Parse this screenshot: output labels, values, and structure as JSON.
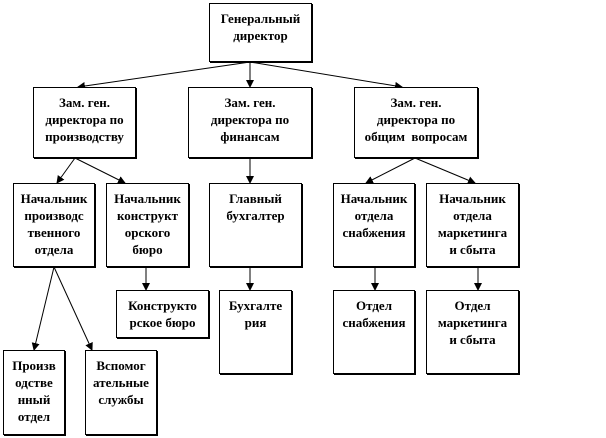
{
  "nodes": {
    "ceo": [
      "Генеральный",
      "директор"
    ],
    "dep_production": [
      "Зам. ген.",
      "директора по",
      "производству"
    ],
    "dep_finance": [
      "Зам. ген.",
      "директора по",
      "финансам"
    ],
    "dep_general": [
      "Зам. ген.",
      "директора по",
      "общим  вопросам"
    ],
    "head_production": [
      "Начальник",
      "производс",
      "твенного",
      "отдела"
    ],
    "head_design": [
      "Начальник",
      "конструкт",
      "орского",
      "бюро"
    ],
    "chief_accountant": [
      "Главный",
      "бухгалтер"
    ],
    "head_supply": [
      "Начальник",
      "отдела",
      "снабжения"
    ],
    "head_marketing": [
      "Начальник",
      "отдела",
      "маркетинга",
      "и сбыта"
    ],
    "design_bureau": [
      "Конструкто",
      "рское бюро"
    ],
    "accounting": [
      "Бухгалте",
      "рия"
    ],
    "supply_dept": [
      "Отдел",
      "снабжения"
    ],
    "marketing_dept": [
      "Отдел",
      "маркетинга",
      "и сбыта"
    ],
    "production_dept": [
      "Произв",
      "одстве",
      "нный",
      "отдел"
    ],
    "auxiliary": [
      "Вспомог",
      "ательные",
      "службы"
    ]
  }
}
